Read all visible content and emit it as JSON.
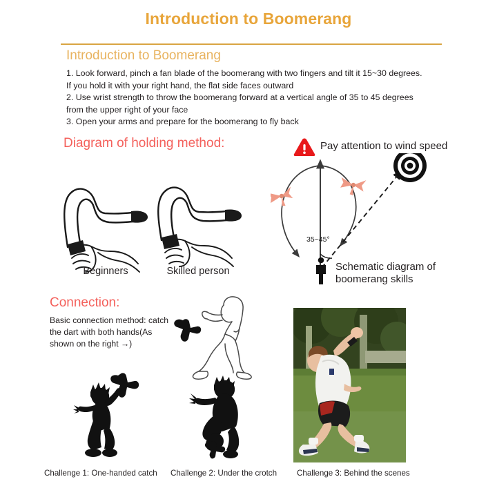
{
  "header": {
    "main_title": "Introduction to Boomerang",
    "sub_title": "Introduction to Boomerang",
    "rule_color": "#d9a441",
    "title_color": "#e8a53a"
  },
  "instructions": {
    "line1": "1. Look forward, pinch a fan blade of the boomerang with two fingers and tilt it 15~30 degrees.",
    "line2": "If you hold it with your right hand, the flat side faces outward",
    "line3": "2. Use wrist strength to throw the boomerang forward at a vertical angle of 35 to 45 degrees",
    "line4": "from the upper right of your face",
    "line5": "3. Open your arms and prepare for the boomerang to fly back"
  },
  "holding": {
    "heading": "Diagram of holding method:",
    "heading_color": "#f4615c",
    "grip_beginner_label": "Beginners",
    "grip_skilled_label": "Skilled person"
  },
  "wind": {
    "warning_text": "Pay attention to wind speed",
    "warning_color": "#e8191b"
  },
  "trajectory": {
    "angle_label": "35~45°",
    "schematic_caption_line1": "Schematic diagram of",
    "schematic_caption_line2": "boomerang skills",
    "boomerang_color": "#ef9a86",
    "path_color": "#3b3b3b"
  },
  "connection": {
    "heading": "Connection:",
    "heading_color": "#f4615c",
    "copy_line1": "Basic connection method: catch",
    "copy_line2": "the dart with both hands(As",
    "copy_line3": "shown on the right →)"
  },
  "challenges": {
    "caption1": "Challenge 1: One-handed catch",
    "caption2": "Challenge 2: Under the crotch",
    "caption3": "Challenge 3: Behind the scenes"
  },
  "photo": {
    "grass_color": "#6d8c3f",
    "shirt_color": "#f2f2ef",
    "shorts_color": "#1c1c1c",
    "accent_color": "#a8271f"
  }
}
